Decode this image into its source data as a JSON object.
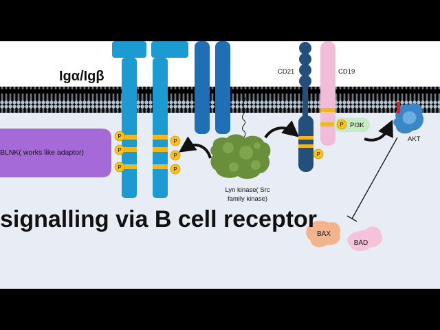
{
  "title": "signalling via B cell receptor",
  "receptor_label": "Igα/Igβ",
  "blnk_label": "BLNK( works like adaptor)",
  "lyn_label_line1": "Lyn kinase( Src",
  "lyn_label_line2": "family kinase)",
  "cd21_label": "CD21",
  "cd19_label": "CD19",
  "pi3k_label": "PI3K",
  "akt_label": "AKT",
  "bax_label": "BAX",
  "bad_label": "BAD",
  "phospho_label": "P",
  "colors": {
    "membrane": "#b3c2cf",
    "cytoplasm": "#e8edf5",
    "receptor": "#1b9bd1",
    "dark_receptor": "#1e6fb5",
    "itam": "#f2b81b",
    "blnk": "#a66ad8",
    "lyn": "#6a8f3c",
    "cd21": "#23507a",
    "cd19": "#f0bcd8",
    "pi3k": "#c7ecc3",
    "akt": "#3b86c6",
    "bax": "#f2b48d",
    "bad": "#f4c2d9"
  }
}
